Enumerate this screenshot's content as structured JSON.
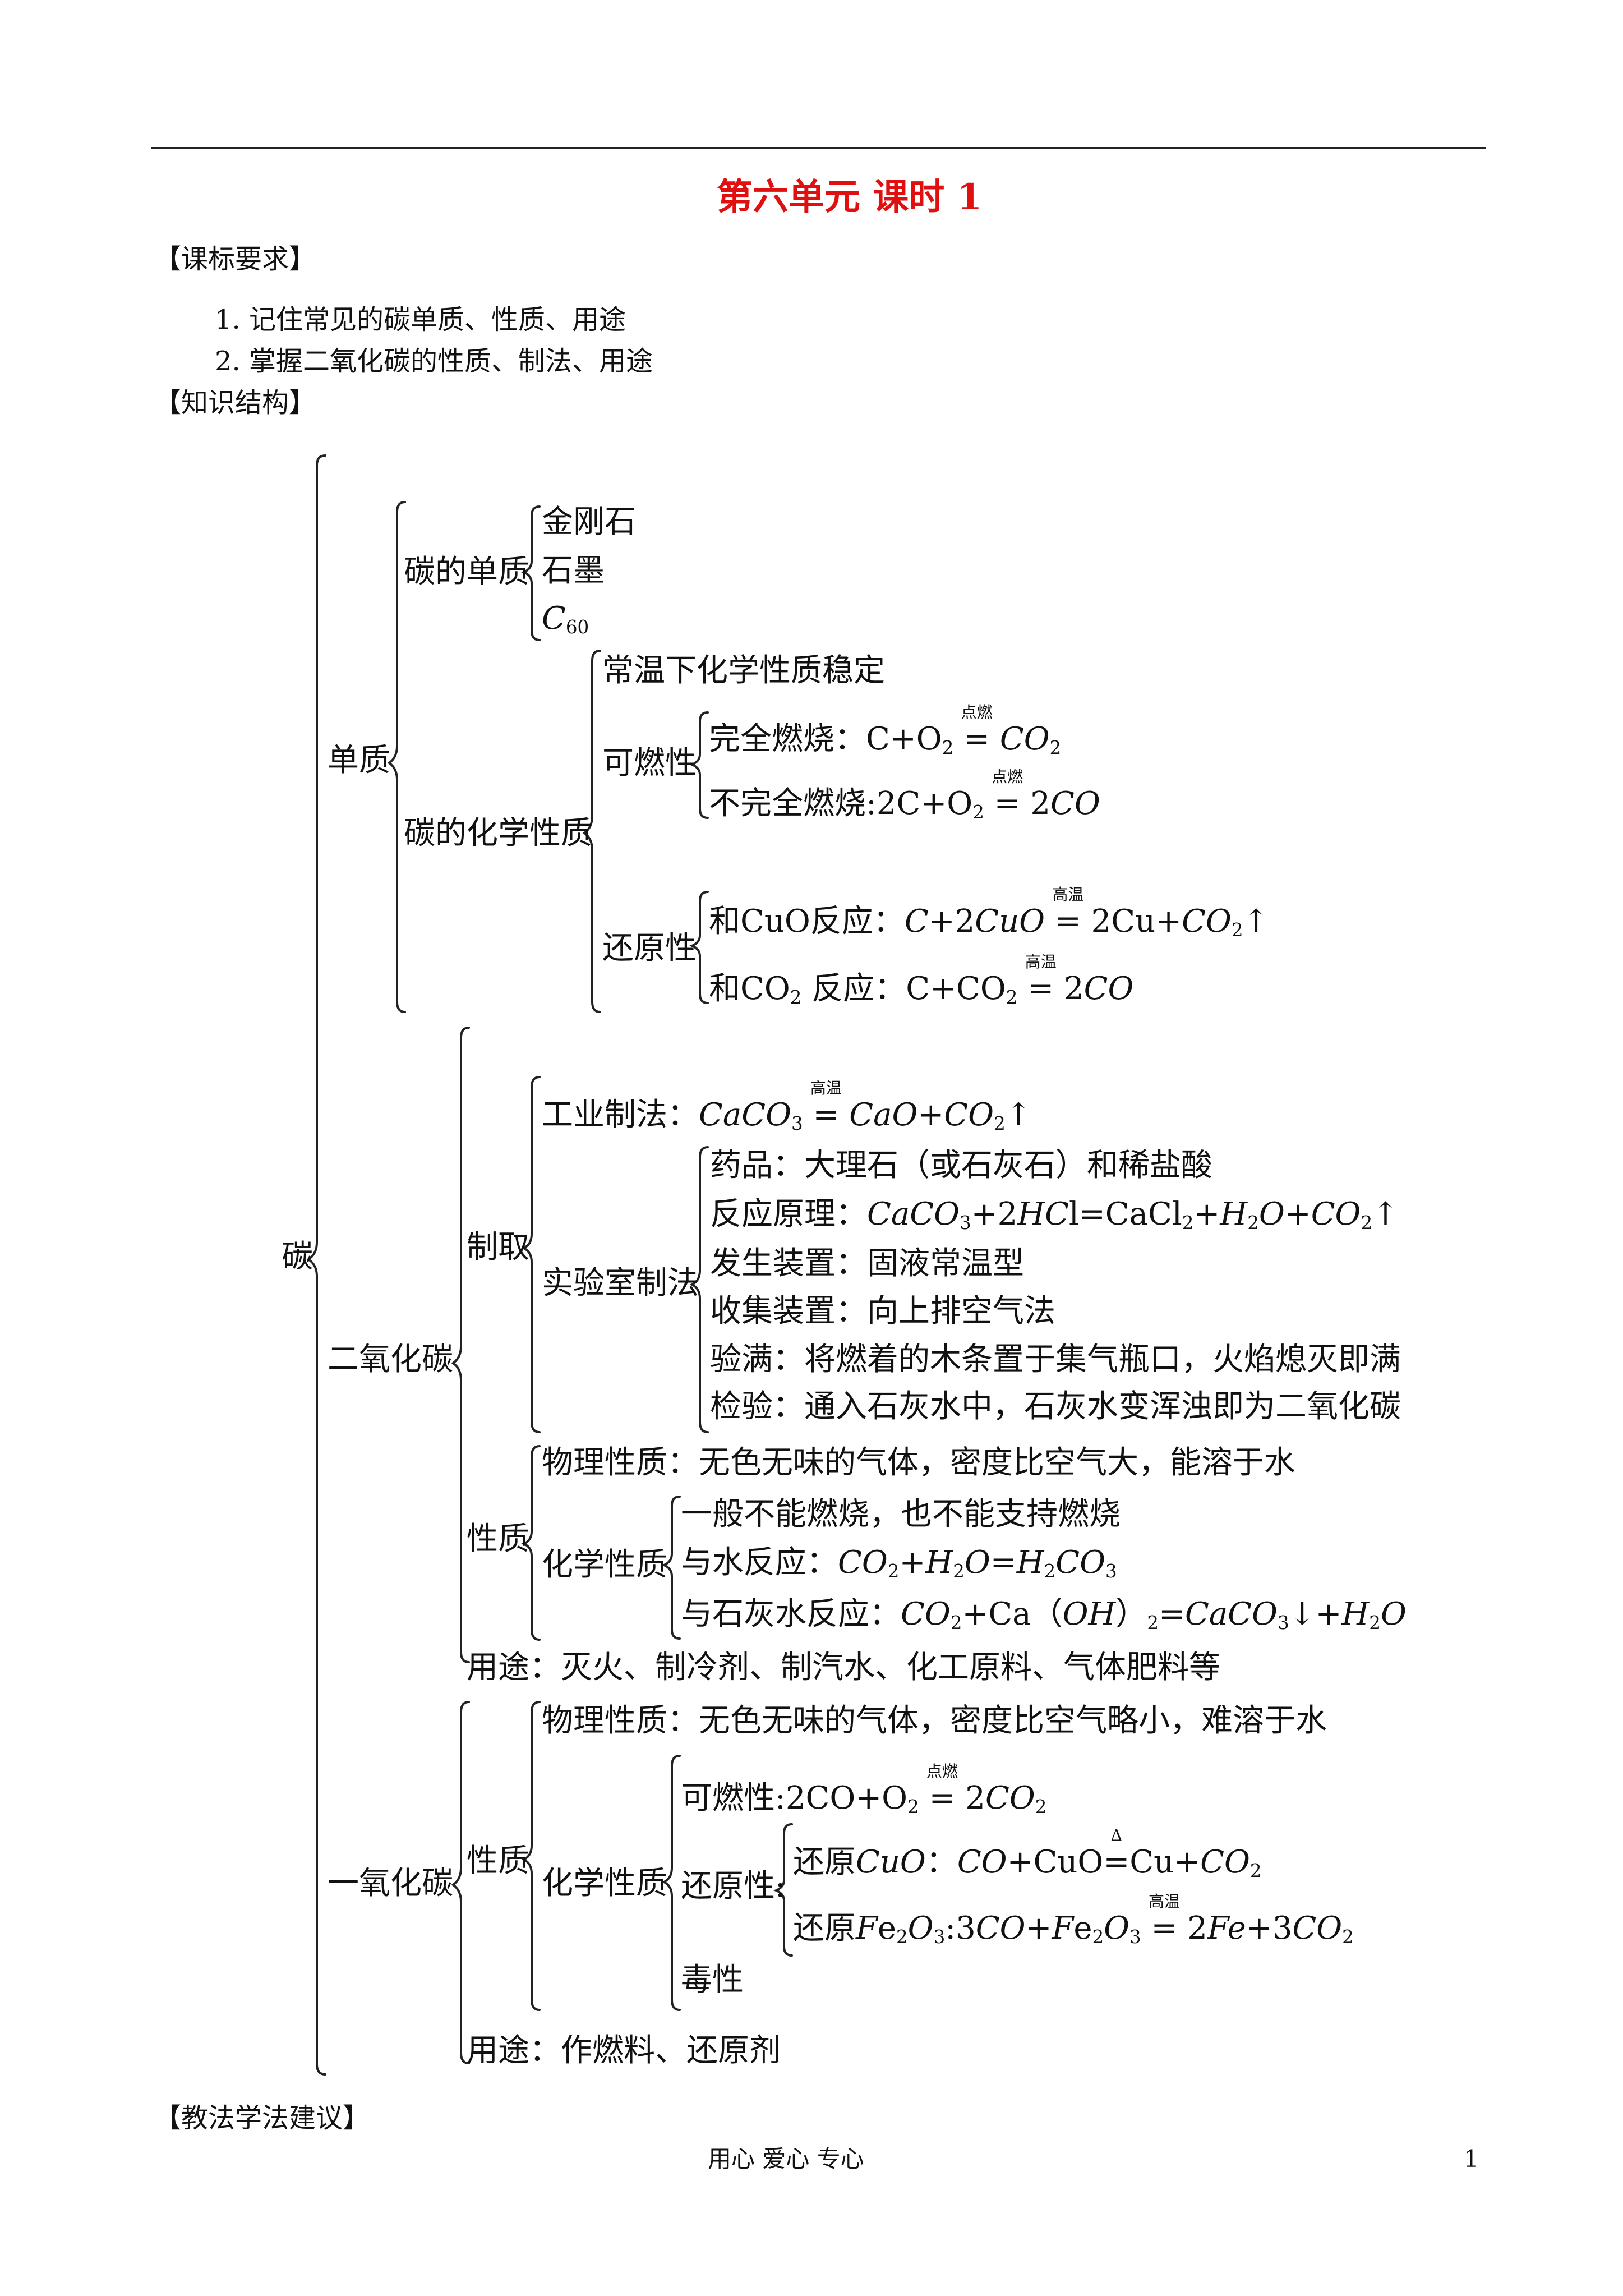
{
  "page": {
    "title": "第六单元 课时 1",
    "footer_center": "用心 爱心 专心",
    "page_number": "1"
  },
  "sections": {
    "requirements": "【课标要求】",
    "structure": "【知识结构】",
    "advice": "【教法学法建议】"
  },
  "requirements": [
    "1. 记住常见的碳单质、性质、用途",
    "2. 掌握二氧化碳的性质、制法、用途"
  ],
  "tree": {
    "root": "碳",
    "elemental": {
      "label": "单质",
      "forms": {
        "label": "碳的单质",
        "items": [
          "金刚石",
          "石墨"
        ]
      },
      "chem": {
        "label": "碳的化学性质",
        "stable": "常温下化学性质稳定",
        "combustible": {
          "label": "可燃性",
          "complete_label": "完全燃烧：",
          "incomplete_label": "不完全燃烧:",
          "condition": "点燃"
        },
        "reducing": {
          "label": "还原性",
          "cuo_label": "和CuO反应：",
          "co2_label": "反应：",
          "condition": "高温"
        }
      }
    },
    "co2": {
      "label": "二氧化碳",
      "prep": {
        "label": "制取",
        "industrial_label": "工业制法：",
        "condition": "高温",
        "lab": {
          "label": "实验室制法",
          "reagents": "药品：大理石（或石灰石）和稀盐酸",
          "principle_label": "反应原理：",
          "apparatus": "发生装置：固液常温型",
          "collection": "收集装置：向上排空气法",
          "full_test": "验满：将燃着的木条置于集气瓶口，火焰熄灭即满",
          "identify": "检验：通入石灰水中，石灰水变浑浊即为二氧化碳"
        }
      },
      "props": {
        "label": "性质",
        "physical": "物理性质：无色无味的气体，密度比空气大，能溶于水",
        "chem_label": "化学性质",
        "no_burn": "一般不能燃烧，也不能支持燃烧",
        "water_label": "与水反应：",
        "lime_label": "与石灰水反应："
      },
      "uses": "用途：灭火、制冷剂、制汽水、化工原料、气体肥料等"
    },
    "co": {
      "label": "一氧化碳",
      "props": {
        "label": "性质",
        "physical": "物理性质：无色无味的气体，密度比空气略小，难溶于水",
        "chem_label": "化学性质",
        "combustible_label": "可燃性:",
        "combustion_condition": "点燃",
        "reducing_label": "还原性:",
        "cuo_label": "还原",
        "heat_symbol": "Δ",
        "fe_label": "还原",
        "fe_condition": "高温",
        "toxic": "毒性"
      },
      "uses": "用途：作燃料、还原剂"
    }
  }
}
